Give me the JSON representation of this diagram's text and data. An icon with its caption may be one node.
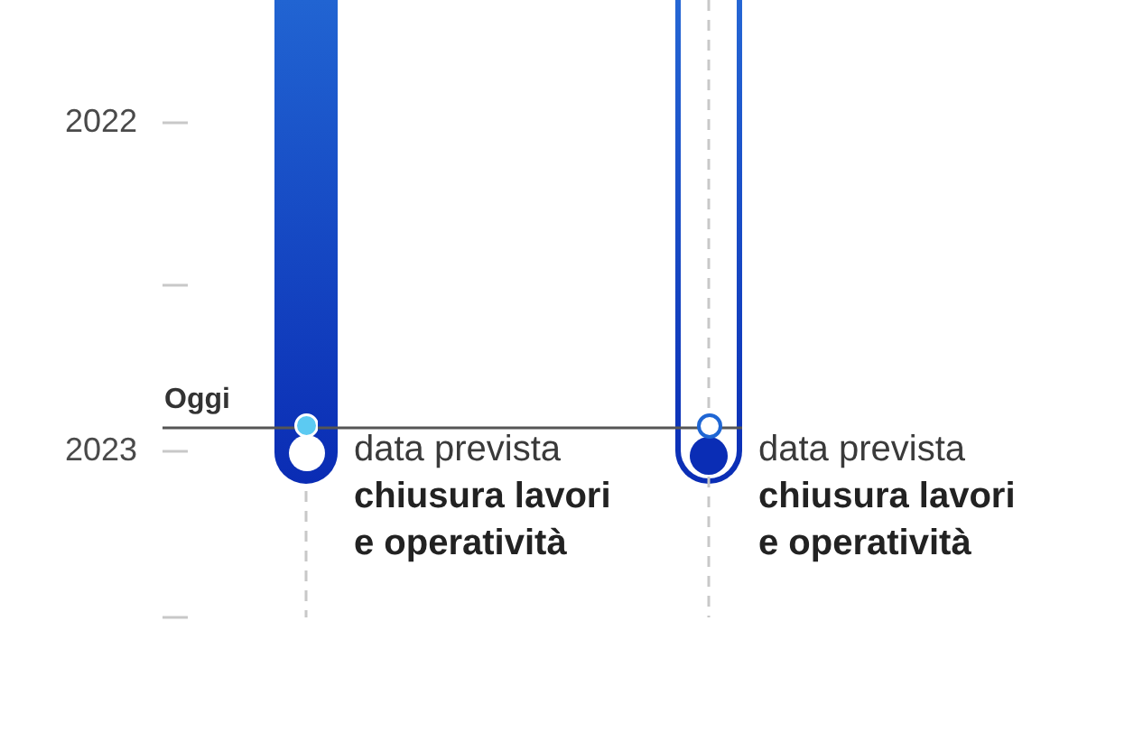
{
  "diagram": {
    "nodes": [
      {
        "text": [],
        "shape": "bar",
        "beside": [
          "data prevista **chiusura lavori e operatività**"
        ]
      },
      {
        "text": [],
        "shape": "bar",
        "beside": [
          "data prevista **chiusura lavori e operatività**"
        ]
      }
    ],
    "labels": [
      "2022",
      "Oggi",
      "2023"
    ]
  }
}
